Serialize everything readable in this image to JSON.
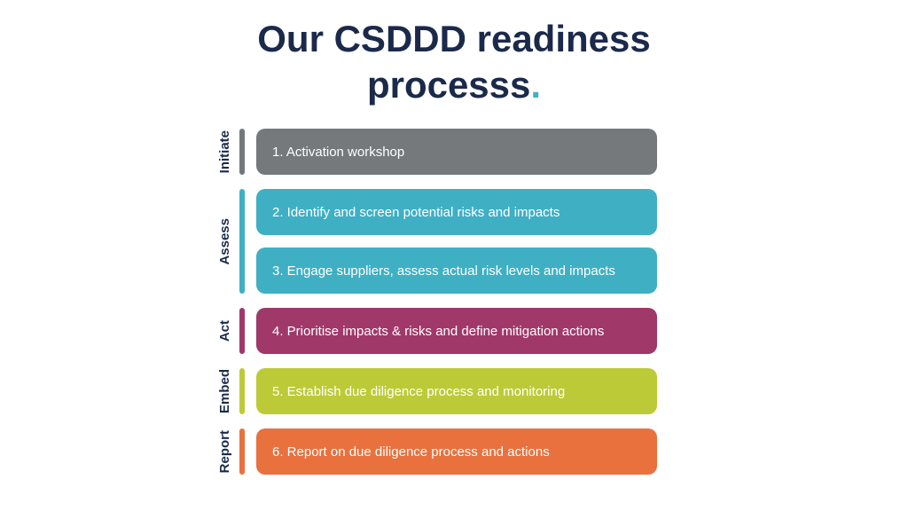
{
  "title": {
    "text": "Our CSDDD readiness processs",
    "period": ".",
    "text_color": "#1b2a4a",
    "accent_color": "#3fb3c6"
  },
  "process": {
    "label_color": "#1b2a4a",
    "step_text_color": "#ffffff",
    "groups": [
      {
        "label": "Initiate",
        "color": "#75797c",
        "steps": [
          "1. Activation workshop"
        ]
      },
      {
        "label": "Assess",
        "color": "#3fafc4",
        "steps": [
          "2. Identify and screen potential risks and impacts",
          "3. Engage suppliers, assess actual risk levels and impacts"
        ]
      },
      {
        "label": "Act",
        "color": "#a0386a",
        "steps": [
          "4. Prioritise impacts & risks and define mitigation actions"
        ]
      },
      {
        "label": "Embed",
        "color": "#bdca37",
        "steps": [
          "5. Establish due diligence process and monitoring"
        ]
      },
      {
        "label": "Report",
        "color": "#e8713e",
        "steps": [
          "6. Report on due diligence process and actions"
        ]
      }
    ]
  }
}
